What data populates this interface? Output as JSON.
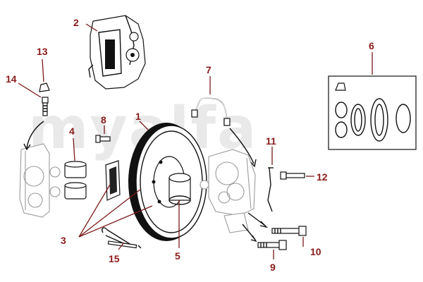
{
  "watermark": "myalfa",
  "callouts": [
    {
      "id": "1",
      "label": "1"
    },
    {
      "id": "2",
      "label": "2"
    },
    {
      "id": "3",
      "label": "3"
    },
    {
      "id": "4",
      "label": "4"
    },
    {
      "id": "5",
      "label": "5"
    },
    {
      "id": "6",
      "label": "6"
    },
    {
      "id": "7",
      "label": "7"
    },
    {
      "id": "8",
      "label": "8"
    },
    {
      "id": "9",
      "label": "9"
    },
    {
      "id": "10",
      "label": "10"
    },
    {
      "id": "11",
      "label": "11"
    },
    {
      "id": "12",
      "label": "12"
    },
    {
      "id": "13",
      "label": "13"
    },
    {
      "id": "14",
      "label": "14"
    },
    {
      "id": "15",
      "label": "15"
    }
  ],
  "colors": {
    "callout": "#8b1a1a",
    "ink": "#111111",
    "ghost": "#9a9a9a"
  }
}
